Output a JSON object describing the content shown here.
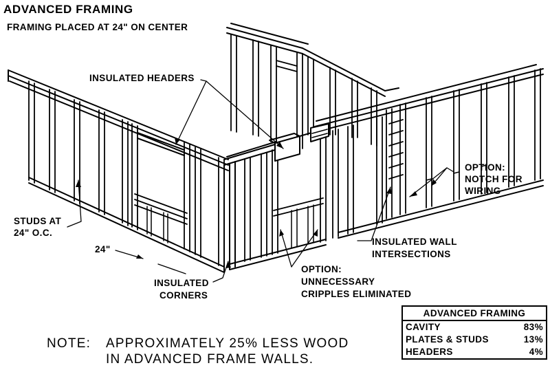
{
  "title": "ADVANCED FRAMING",
  "subtitle": "FRAMING PLACED AT 24\" ON CENTER",
  "labels": {
    "insulated_headers": "INSULATED HEADERS",
    "studs_line1": "STUDS AT",
    "studs_line2": "24\" O.C.",
    "spacing_dim": "24\"",
    "corners_line1": "INSULATED",
    "corners_line2": "CORNERS",
    "cripples_line1": "OPTION:",
    "cripples_line2": "UNNECESSARY",
    "cripples_line3": "CRIPPLES ELIMINATED",
    "intersections_line1": "INSULATED WALL",
    "intersections_line2": "INTERSECTIONS",
    "wiring_line1": "OPTION:",
    "wiring_line2": "NOTCH FOR",
    "wiring_line3": "WIRING"
  },
  "note": {
    "label": "NOTE:",
    "line1": "APPROXIMATELY 25% LESS WOOD",
    "line2": "IN ADVANCED FRAME WALLS."
  },
  "table": {
    "header": "ADVANCED FRAMING",
    "rows": [
      {
        "name": "CAVITY",
        "value": "83%"
      },
      {
        "name": "PLATES & STUDS",
        "value": "13%"
      },
      {
        "name": "HEADERS",
        "value": "4%"
      }
    ]
  }
}
